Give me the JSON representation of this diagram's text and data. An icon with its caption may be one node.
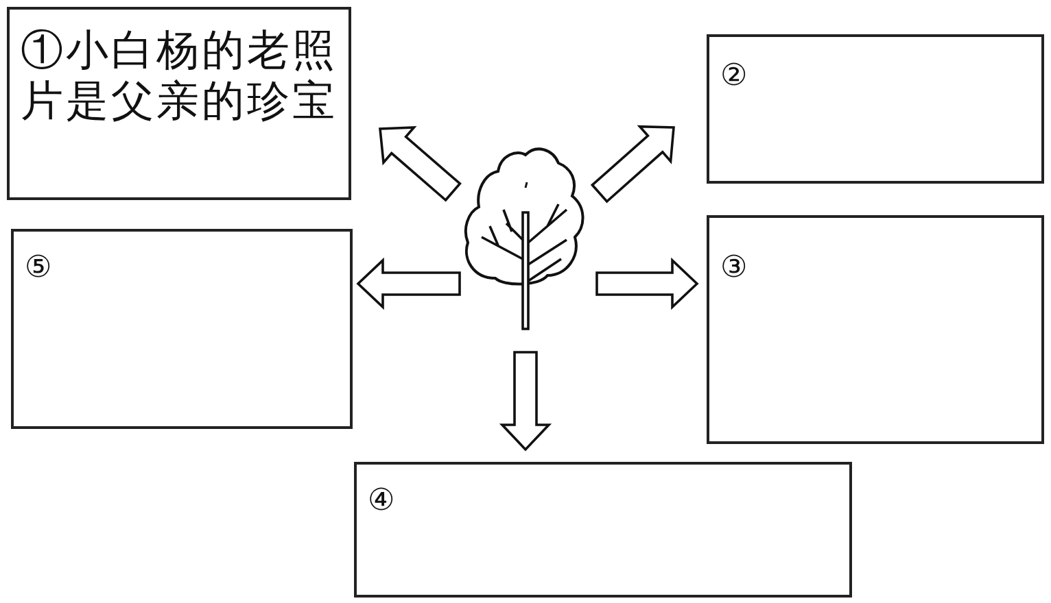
{
  "diagram": {
    "nodes": [
      {
        "text": [
          "①小白杨的老照片是父亲的珍宝"
        ]
      },
      {
        "text": [
          "②"
        ]
      },
      {
        "text": [],
        "shape": "picture"
      },
      {
        "text": [
          "⑤"
        ]
      },
      {
        "text": [
          "③"
        ]
      },
      {
        "text": [
          "④"
        ]
      }
    ],
    "edges": [
      {
        "from": 2,
        "to": 0,
        "arrow": "to"
      },
      {
        "from": 2,
        "to": 1,
        "arrow": "to"
      },
      {
        "from": 2,
        "to": 3,
        "arrow": "to"
      },
      {
        "from": 2,
        "to": 4,
        "arrow": "to"
      },
      {
        "from": 2,
        "to": 5,
        "arrow": "to"
      }
    ]
  }
}
